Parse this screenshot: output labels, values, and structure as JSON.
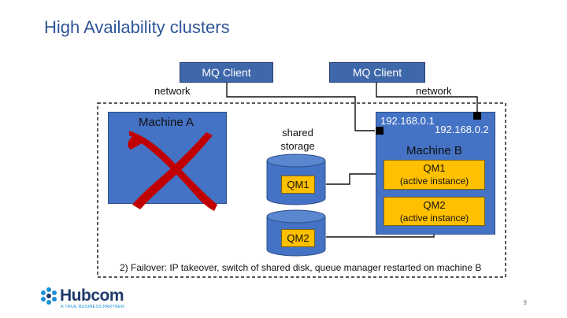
{
  "slide": {
    "title": "High Availability clusters",
    "page_number": "9"
  },
  "clients": [
    {
      "label": "MQ Client"
    },
    {
      "label": "MQ Client"
    }
  ],
  "network_labels": [
    "network",
    "network"
  ],
  "machine_a": {
    "label": "Machine A",
    "status": "failed"
  },
  "machine_b": {
    "label": "Machine B",
    "ip_addresses": [
      "192.168.0.1",
      "192.168.0.2"
    ],
    "queue_managers": [
      {
        "name": "QM1",
        "state": "(active instance)"
      },
      {
        "name": "QM2",
        "state": "(active instance)"
      }
    ]
  },
  "shared_storage": {
    "label_line1": "shared",
    "label_line2": "storage",
    "disks": [
      "QM1",
      "QM2"
    ]
  },
  "caption": "2) Failover: IP takeover, switch of shared disk, queue manager restarted on machine B",
  "logo": {
    "name": "Hubcom",
    "tagline": "A TRUE BUSINESS PARTNER"
  },
  "colors": {
    "title": "#2f5597",
    "client_box": "#3f68ab",
    "machine_box": "#4472c4",
    "queue_manager": "#ffc000",
    "failure_cross": "#c00000"
  }
}
